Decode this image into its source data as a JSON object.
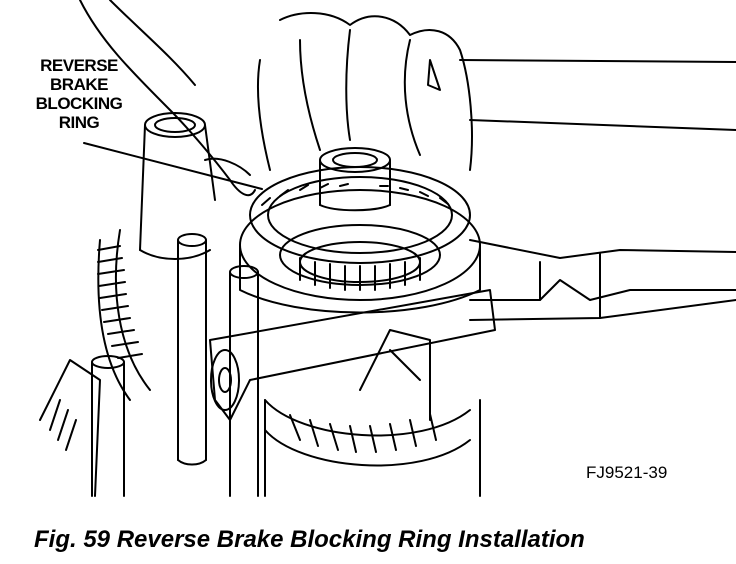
{
  "callout": {
    "lines": [
      "REVERSE",
      "BRAKE",
      "BLOCKING",
      "RING"
    ]
  },
  "figure_id": "FJ9521-39",
  "caption": "Fig. 59 Reverse Brake Blocking Ring Installation",
  "colors": {
    "ink": "#000000",
    "paper": "#ffffff"
  }
}
